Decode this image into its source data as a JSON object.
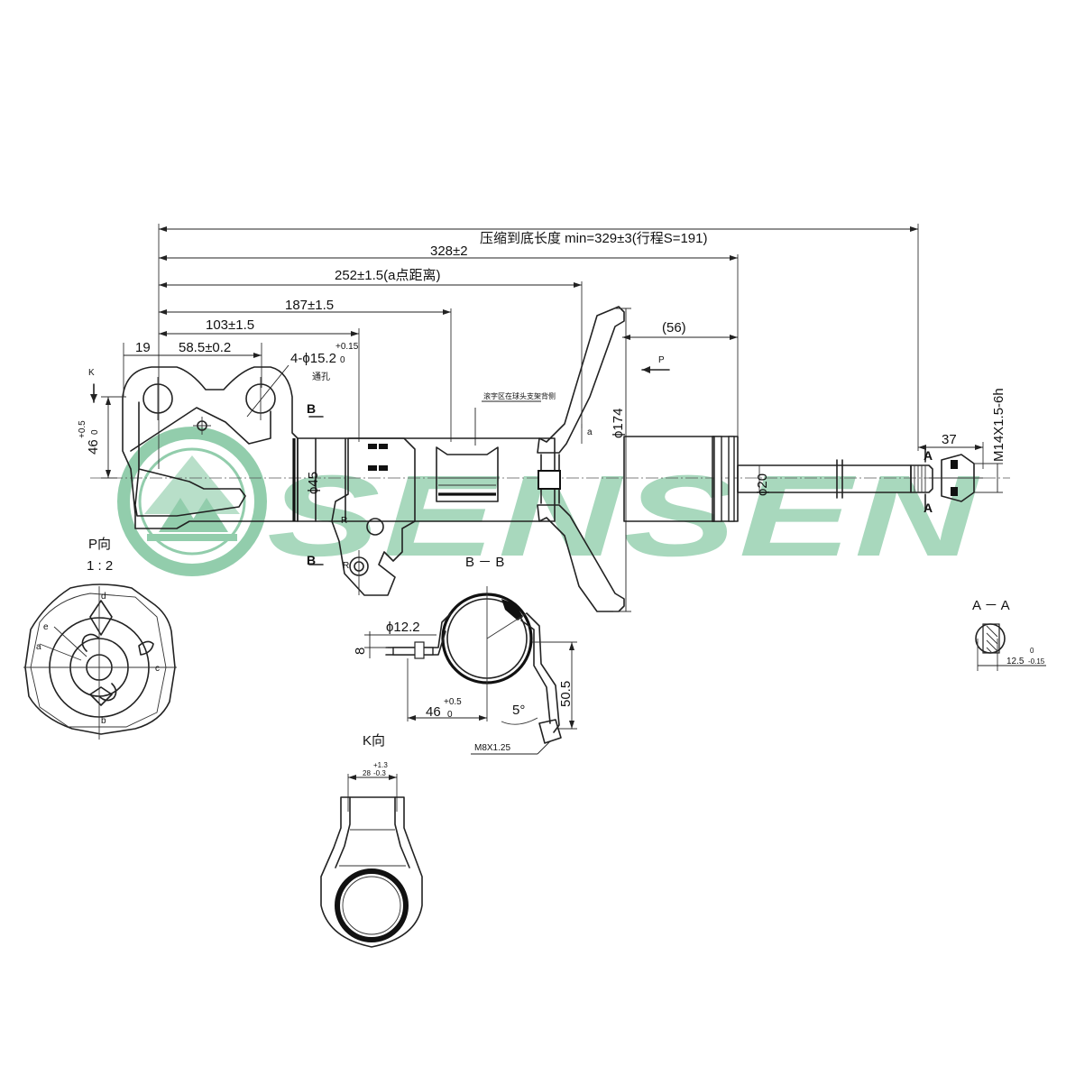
{
  "brand": {
    "name": "SENSEN",
    "color": "#3aa66a",
    "icon": "trees-circle-logo"
  },
  "dimensions": {
    "total_length": "压缩到底长度 min=329±3(行程S=191)",
    "length_328": "328±2",
    "length_252": "252±1.5(a点距离)",
    "length_187": "187±1.5",
    "length_103": "103±1.5",
    "width_19": "19",
    "width_58": "58.5±0.2",
    "holes": "4-ϕ15.2",
    "holes_tol_upper": "+0.15",
    "holes_tol_lower": "0",
    "through_hole": "通孔",
    "height_46": "46",
    "height_46_tol_upper": "+0.5",
    "height_46_tol_lower": "0",
    "dia_45": "ϕ45",
    "dia_174": "ϕ174",
    "dia_20": "ϕ20",
    "len_56": "(56)",
    "len_37": "37",
    "thread": "M14X1.5-6h",
    "note_label": "滚字区在球头支架背侧"
  },
  "labels": {
    "view_k_arrow": "K",
    "view_p_arrow": "P",
    "point_a": "a",
    "section_b_top": "B",
    "section_b_bottom": "B",
    "section_a_top": "A",
    "section_a_bottom": "A",
    "mark_r": "R",
    "mark_r2": "R"
  },
  "view_p": {
    "title": "P向",
    "scale": "1 : 2",
    "marks": [
      "a",
      "b",
      "c",
      "d",
      "e"
    ]
  },
  "section_bb": {
    "title": "B － B",
    "dia": "ϕ12.2",
    "thickness": "8",
    "offset": "46",
    "offset_tol_upper": "+0.5",
    "offset_tol_lower": "0",
    "height": "50.5",
    "angle": "5°",
    "bolt": "M8X1.25"
  },
  "section_aa": {
    "title": "A － A",
    "width": "12.5",
    "tol_upper": "0",
    "tol_lower": "-0.15"
  },
  "view_k": {
    "title": "K向",
    "width": "28",
    "tol_upper": "+1.3",
    "tol_lower": "-0.3"
  }
}
